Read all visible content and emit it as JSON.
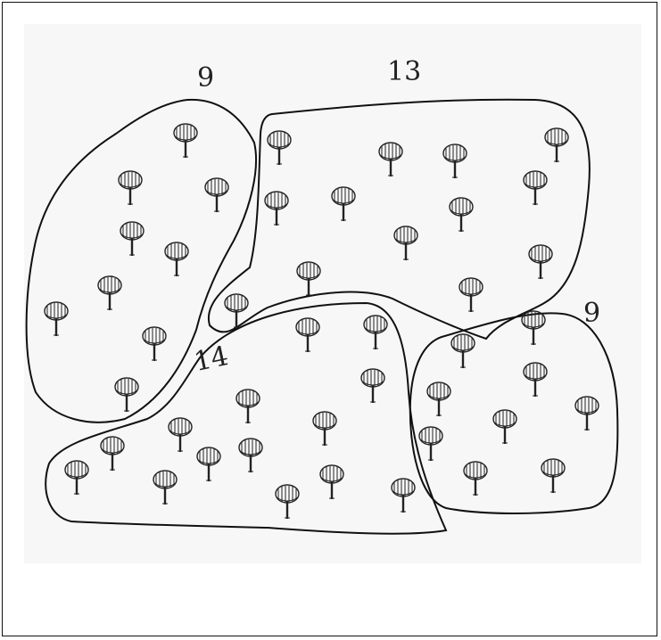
{
  "drawing": {
    "group_counts": {
      "top_left": "9",
      "top_middle": "13",
      "bottom_left": "14",
      "bottom_right": "9"
    },
    "ink_color": "#222222",
    "paper_color": "#f7f7f7"
  }
}
